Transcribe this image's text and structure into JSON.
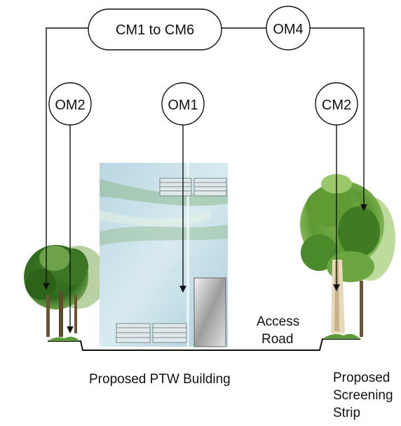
{
  "diagram": {
    "measures": {
      "cm1_to_cm6": "CM1 to CM6",
      "om4": "OM4",
      "om2": "OM2",
      "om1": "OM1",
      "cm2": "CM2"
    },
    "labels": {
      "access_road_line1": "Access",
      "access_road_line2": "Road",
      "building": "Proposed PTW Building",
      "screening_line1": "Proposed",
      "screening_line2": "Screening",
      "screening_line3": "Strip"
    }
  },
  "colors": {
    "line": "#111111",
    "building_glass": "#bcd6df",
    "tree_green": "#4e8f2f",
    "trunk": "#6b5534"
  },
  "icons": [
    "tree-left-icon",
    "tree-right-icon",
    "building-icon"
  ]
}
